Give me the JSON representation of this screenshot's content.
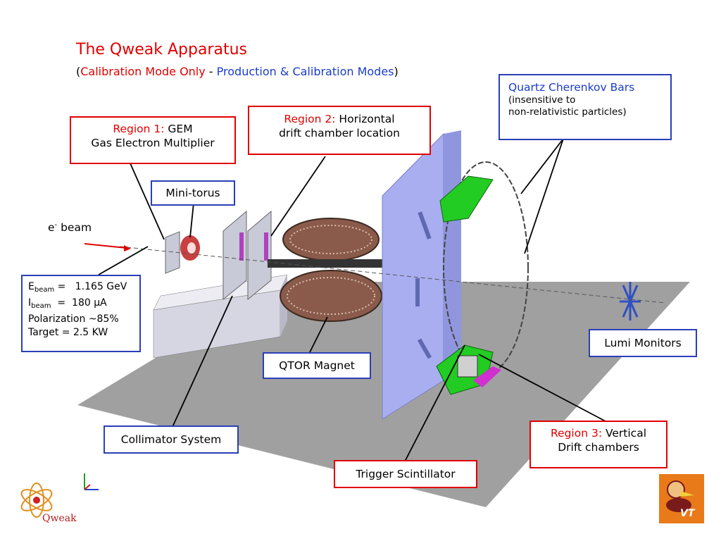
{
  "title": "The Qweak Apparatus",
  "subtitle": {
    "open": "(",
    "calib": "Calibration Mode Only",
    "sep": " - ",
    "prod": "Production & Calibration Modes",
    "close": ")"
  },
  "labels": {
    "region1_prefix": "Region 1:",
    "region1_name": " GEM",
    "region1_desc": "Gas Electron Multiplier",
    "region2_prefix": "Region 2:",
    "region2_name": " Horizontal",
    "region2_desc": "drift chamber location",
    "quartz_title": "Quartz Cherenkov Bars",
    "quartz_line1": "(insensitive to",
    "quartz_line2": "non-relativistic particles)",
    "minitorus": "Mini-torus",
    "ebeam_base": "e",
    "ebeam_sup": "-",
    "ebeam_word": " beam",
    "beam_params": {
      "e_label": "E",
      "e_sub": "beam",
      "e_value": " =   1.165 GeV",
      "i_label": "I",
      "i_sub": "beam",
      "i_value": "  =  180 μA",
      "polarization": "Polarization ~85%",
      "target": "Target = 2.5 KW"
    },
    "qtor": "QTOR Magnet",
    "lumi": "Lumi Monitors",
    "region3_prefix": "Region 3:",
    "region3_name": " Vertical",
    "region3_desc": "Drift chambers",
    "collimator": "Collimator System",
    "trigger": "Trigger Scintillator"
  },
  "logos": {
    "qweak": "Qweak",
    "vt": "VT"
  },
  "colors": {
    "title_red": "#e00000",
    "box_blue": "#2a3fb8",
    "region_red": "#e00000",
    "wall": "#a8aef0",
    "floor": "#a0a0a0",
    "detector_green": "#22cc22"
  }
}
